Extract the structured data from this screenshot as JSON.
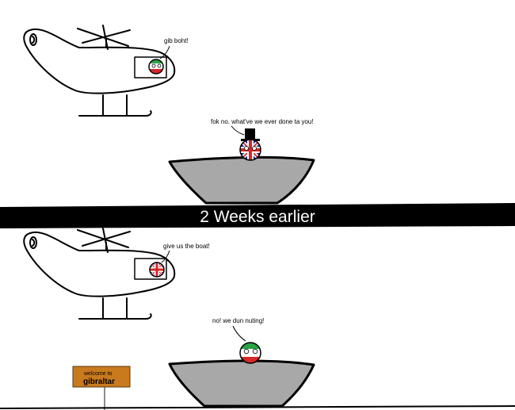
{
  "panel_top": {
    "helicopter_speech": "gib boht!",
    "boat_speech": "fok no. what've we ever done ta you!"
  },
  "banner": {
    "text": "2 Weeks earlier"
  },
  "panel_bottom": {
    "helicopter_speech": "give us the boat!",
    "boat_speech": "no! we dun nuting!",
    "sign_line1": "welcome to",
    "sign_line2": "gibraltar"
  },
  "colors": {
    "boat_gray": "#a8a8a8",
    "banner_black": "#000000",
    "sign_brown": "#c97a1e",
    "iran_green": "#2aa347",
    "iran_red": "#d62828",
    "uk_blue": "#1e2a8c",
    "uk_red": "#d62828"
  }
}
